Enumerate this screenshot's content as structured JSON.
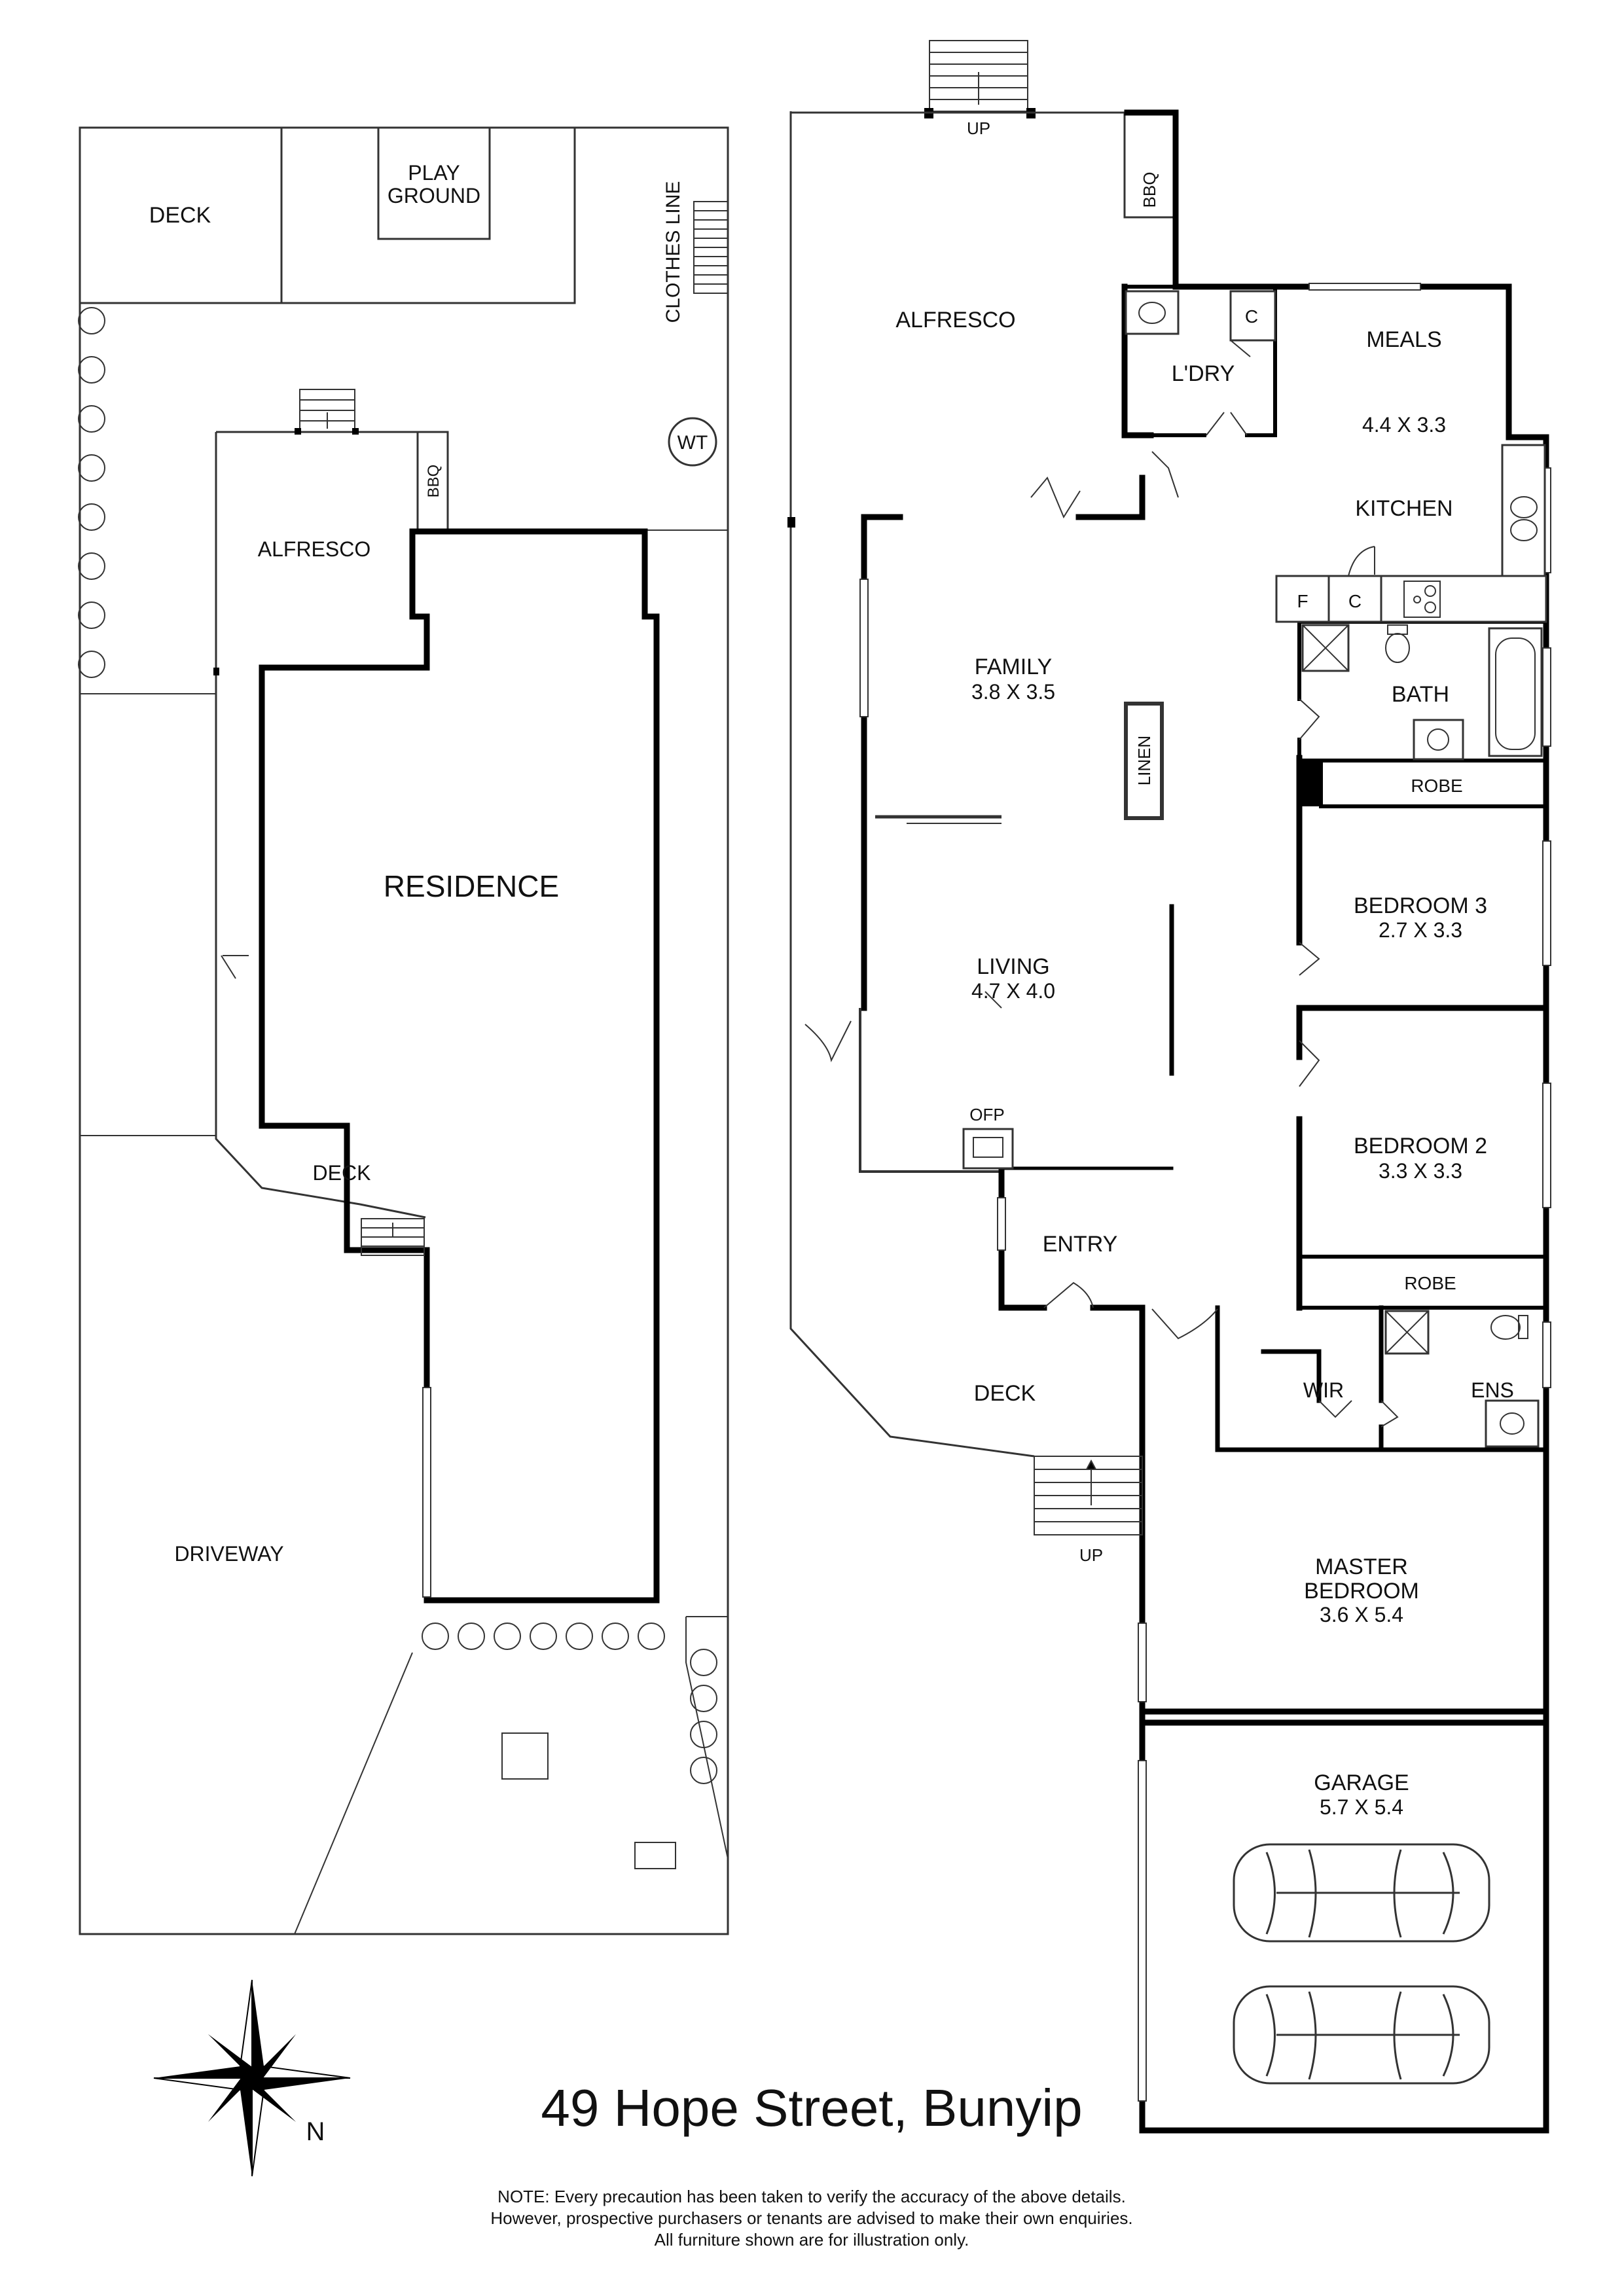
{
  "title": "49 Hope Street, Bunyip",
  "note": [
    "NOTE: Every precaution has been taken to verify the accuracy of the above details.",
    "However, prospective purchasers or tenants are advised to make their own enquiries.",
    "All furniture shown are for illustration only."
  ],
  "compass": {
    "label": "N",
    "icon": "compass-rose-icon"
  },
  "site_plan": {
    "deck": "DECK",
    "playground_line1": "PLAY",
    "playground_line2": "GROUND",
    "clothes_line": "CLOTHES LINE",
    "wt": "WT",
    "bbq": "BBQ",
    "alfresco": "ALFRESCO",
    "residence": "RESIDENCE",
    "deck_side": "DECK",
    "driveway": "DRIVEWAY"
  },
  "floor_plan": {
    "up_top": "UP",
    "bbq": "BBQ",
    "alfresco": "ALFRESCO",
    "laundry": "L'DRY",
    "cupboard_c1": "C",
    "meals": {
      "name": "MEALS",
      "size": "4.4 X 3.3"
    },
    "kitchen": "KITCHEN",
    "fridge": "F",
    "cupboard_c2": "C",
    "family": {
      "name": "FAMILY",
      "size": "3.8 X 3.5"
    },
    "linen": "LINEN",
    "bath": "BATH",
    "robe_top": "ROBE",
    "bedroom3": {
      "name": "BEDROOM 3",
      "size": "2.7 X 3.3"
    },
    "living": {
      "name": "LIVING",
      "size": "4.7 X 4.0"
    },
    "ofp": "OFP",
    "bedroom2": {
      "name": "BEDROOM 2",
      "size": "3.3 X 3.3"
    },
    "entry": "ENTRY",
    "robe_bottom": "ROBE",
    "wir": "WIR",
    "ens": "ENS",
    "deck": "DECK",
    "up_deck": "UP",
    "master": {
      "line1": "MASTER",
      "line2": "BEDROOM",
      "size": "3.6 X 5.4"
    },
    "garage": {
      "name": "GARAGE",
      "size": "5.7 X 5.4"
    }
  }
}
